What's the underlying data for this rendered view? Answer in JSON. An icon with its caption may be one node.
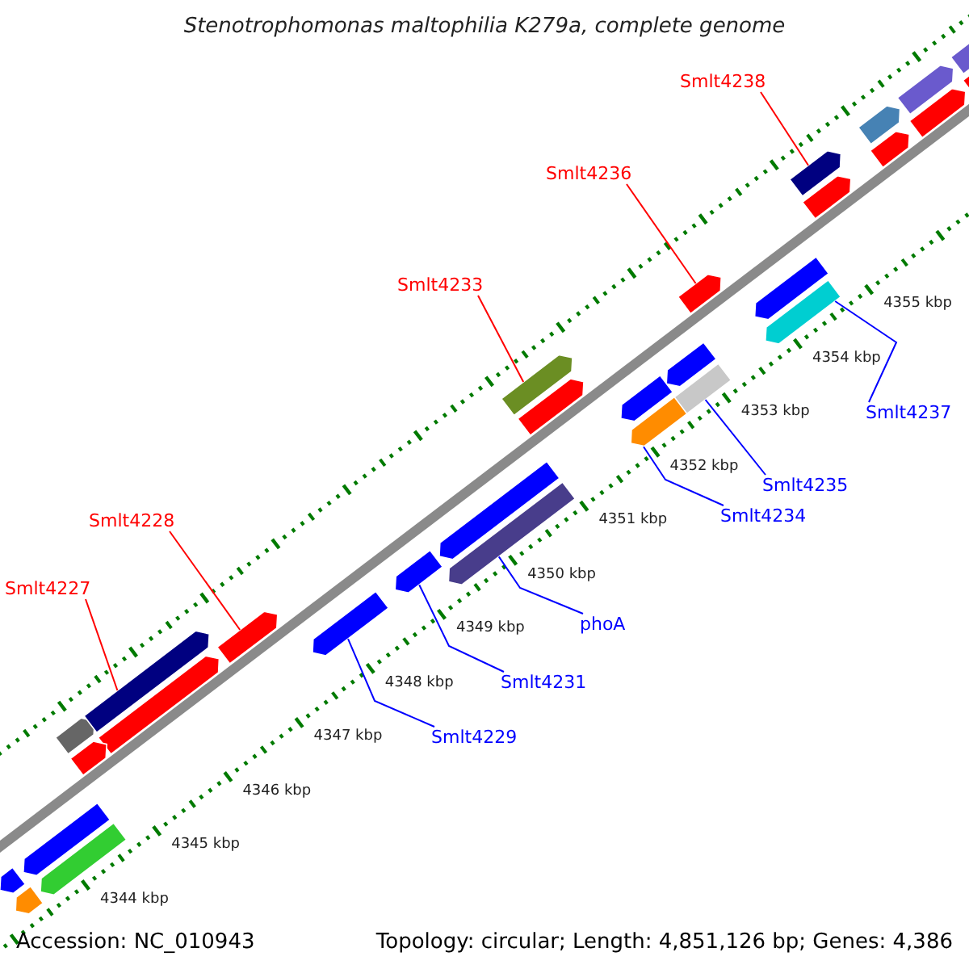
{
  "diagram": {
    "title": "Stenotrophomonas maltophilia K279a, complete genome",
    "nodes": [
      {
        "text": [
          "Smlt4238"
        ]
      },
      {
        "text": [],
        "shape": "bar"
      },
      {
        "text": [
          "Smlt4236"
        ]
      },
      {
        "text": [],
        "shape": "bar"
      },
      {
        "text": [
          "Smlt4233"
        ]
      },
      {
        "text": [],
        "shape": "bar"
      },
      {
        "text": [
          "Smlt4237"
        ]
      },
      {
        "text": [],
        "shape": "bar"
      },
      {
        "text": [
          "Smlt4235"
        ]
      },
      {
        "text": [],
        "shape": "bar"
      },
      {
        "text": [
          "Smlt4234"
        ]
      },
      {
        "text": [],
        "shape": "bar"
      },
      {
        "text": [
          "Smlt4228"
        ]
      },
      {
        "text": [],
        "shape": "bar"
      },
      {
        "text": [
          "Smlt4227"
        ]
      },
      {
        "text": [],
        "shape": "bar"
      },
      {
        "text": [
          "phoA"
        ]
      },
      {
        "text": [],
        "shape": "bar"
      },
      {
        "text": [
          "Smlt4231"
        ]
      },
      {
        "text": [],
        "shape": "bar"
      },
      {
        "text": [
          "Smlt4229"
        ]
      },
      {
        "text": [],
        "shape": "bar"
      },
      {
        "text": [],
        "shape": "bar"
      },
      {
        "text": [],
        "shape": "bar"
      },
      {
        "text": [],
        "shape": "bar"
      },
      {
        "text": [],
        "shape": "bar"
      },
      {
        "text": [],
        "shape": "bar"
      },
      {
        "text": [],
        "shape": "bar"
      },
      {
        "text": [],
        "shape": "bar"
      },
      {
        "text": [],
        "shape": "bar"
      },
      {
        "text": [],
        "shape": "bar"
      },
      {
        "text": [],
        "shape": "bar"
      },
      {
        "text": [],
        "shape": "bar"
      },
      {
        "text": [],
        "shape": "bar"
      },
      {
        "text": [],
        "shape": "bar"
      },
      {
        "text": [],
        "shape": "bar"
      },
      {
        "text": [],
        "shape": "bar"
      },
      {
        "text": [],
        "shape": "bar"
      },
      {
        "text": [],
        "shape": "bar"
      },
      {
        "text": [],
        "shape": "bar"
      },
      {
        "text": [],
        "shape": "bar"
      }
    ],
    "edges": [
      {
        "from": 0,
        "to": 1,
        "arrow": "none",
        "color": "#ff0000"
      },
      {
        "from": 2,
        "to": 3,
        "arrow": "none",
        "color": "#ff0000"
      },
      {
        "from": 4,
        "to": 5,
        "arrow": "none",
        "color": "#ff0000"
      },
      {
        "from": 6,
        "to": 7,
        "arrow": "none"
      },
      {
        "from": 8,
        "to": 9,
        "arrow": "none"
      },
      {
        "from": 10,
        "to": 11,
        "arrow": "none"
      },
      {
        "from": 12,
        "to": 13,
        "arrow": "none",
        "color": "#ff0000"
      },
      {
        "from": 14,
        "to": 15,
        "arrow": "none",
        "color": "#ff0000"
      },
      {
        "from": 16,
        "to": 17,
        "arrow": "none"
      },
      {
        "from": 18,
        "to": 19,
        "arrow": "none"
      },
      {
        "from": 20,
        "to": 21,
        "arrow": "none"
      }
    ],
    "labels": [
      "4355 kbp",
      "4354 kbp",
      "4353 kbp",
      "4352 kbp",
      "4351 kbp",
      "4350 kbp",
      "4349 kbp",
      "4348 kbp",
      "4347 kbp",
      "4346 kbp",
      "4345 kbp",
      "4344 kbp",
      "Accession: NC_010943",
      "Topology: circular; Length: 4,851,126 bp; Genes: 4,386"
    ]
  }
}
